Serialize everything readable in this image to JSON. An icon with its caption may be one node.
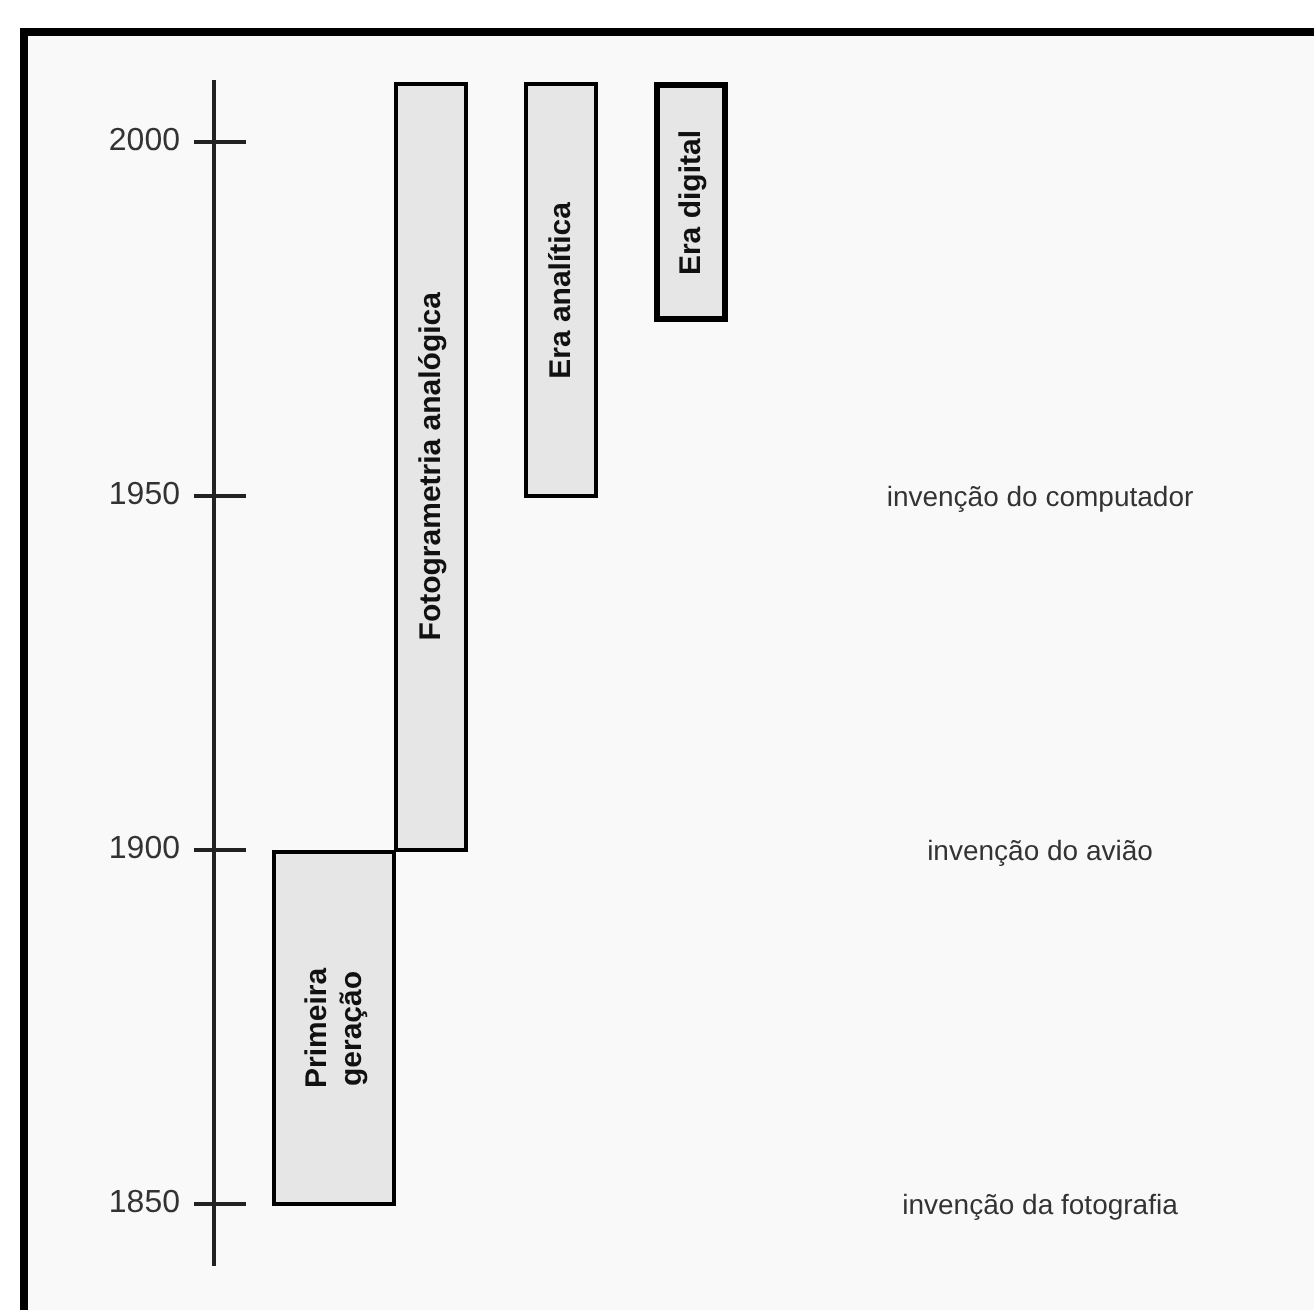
{
  "diagram": {
    "nodes": [
      {
        "text": [
          "Fotogrametria analógica"
        ]
      },
      {
        "text": [
          "Era analítica"
        ]
      },
      {
        "text": [
          "Era digital"
        ]
      },
      {
        "text": [
          "Primeira geração"
        ]
      }
    ],
    "labels": [
      "2000",
      "1950",
      "invenção do computador",
      "1900",
      "invenção do avião",
      "1850",
      "invenção da fotografia"
    ]
  }
}
